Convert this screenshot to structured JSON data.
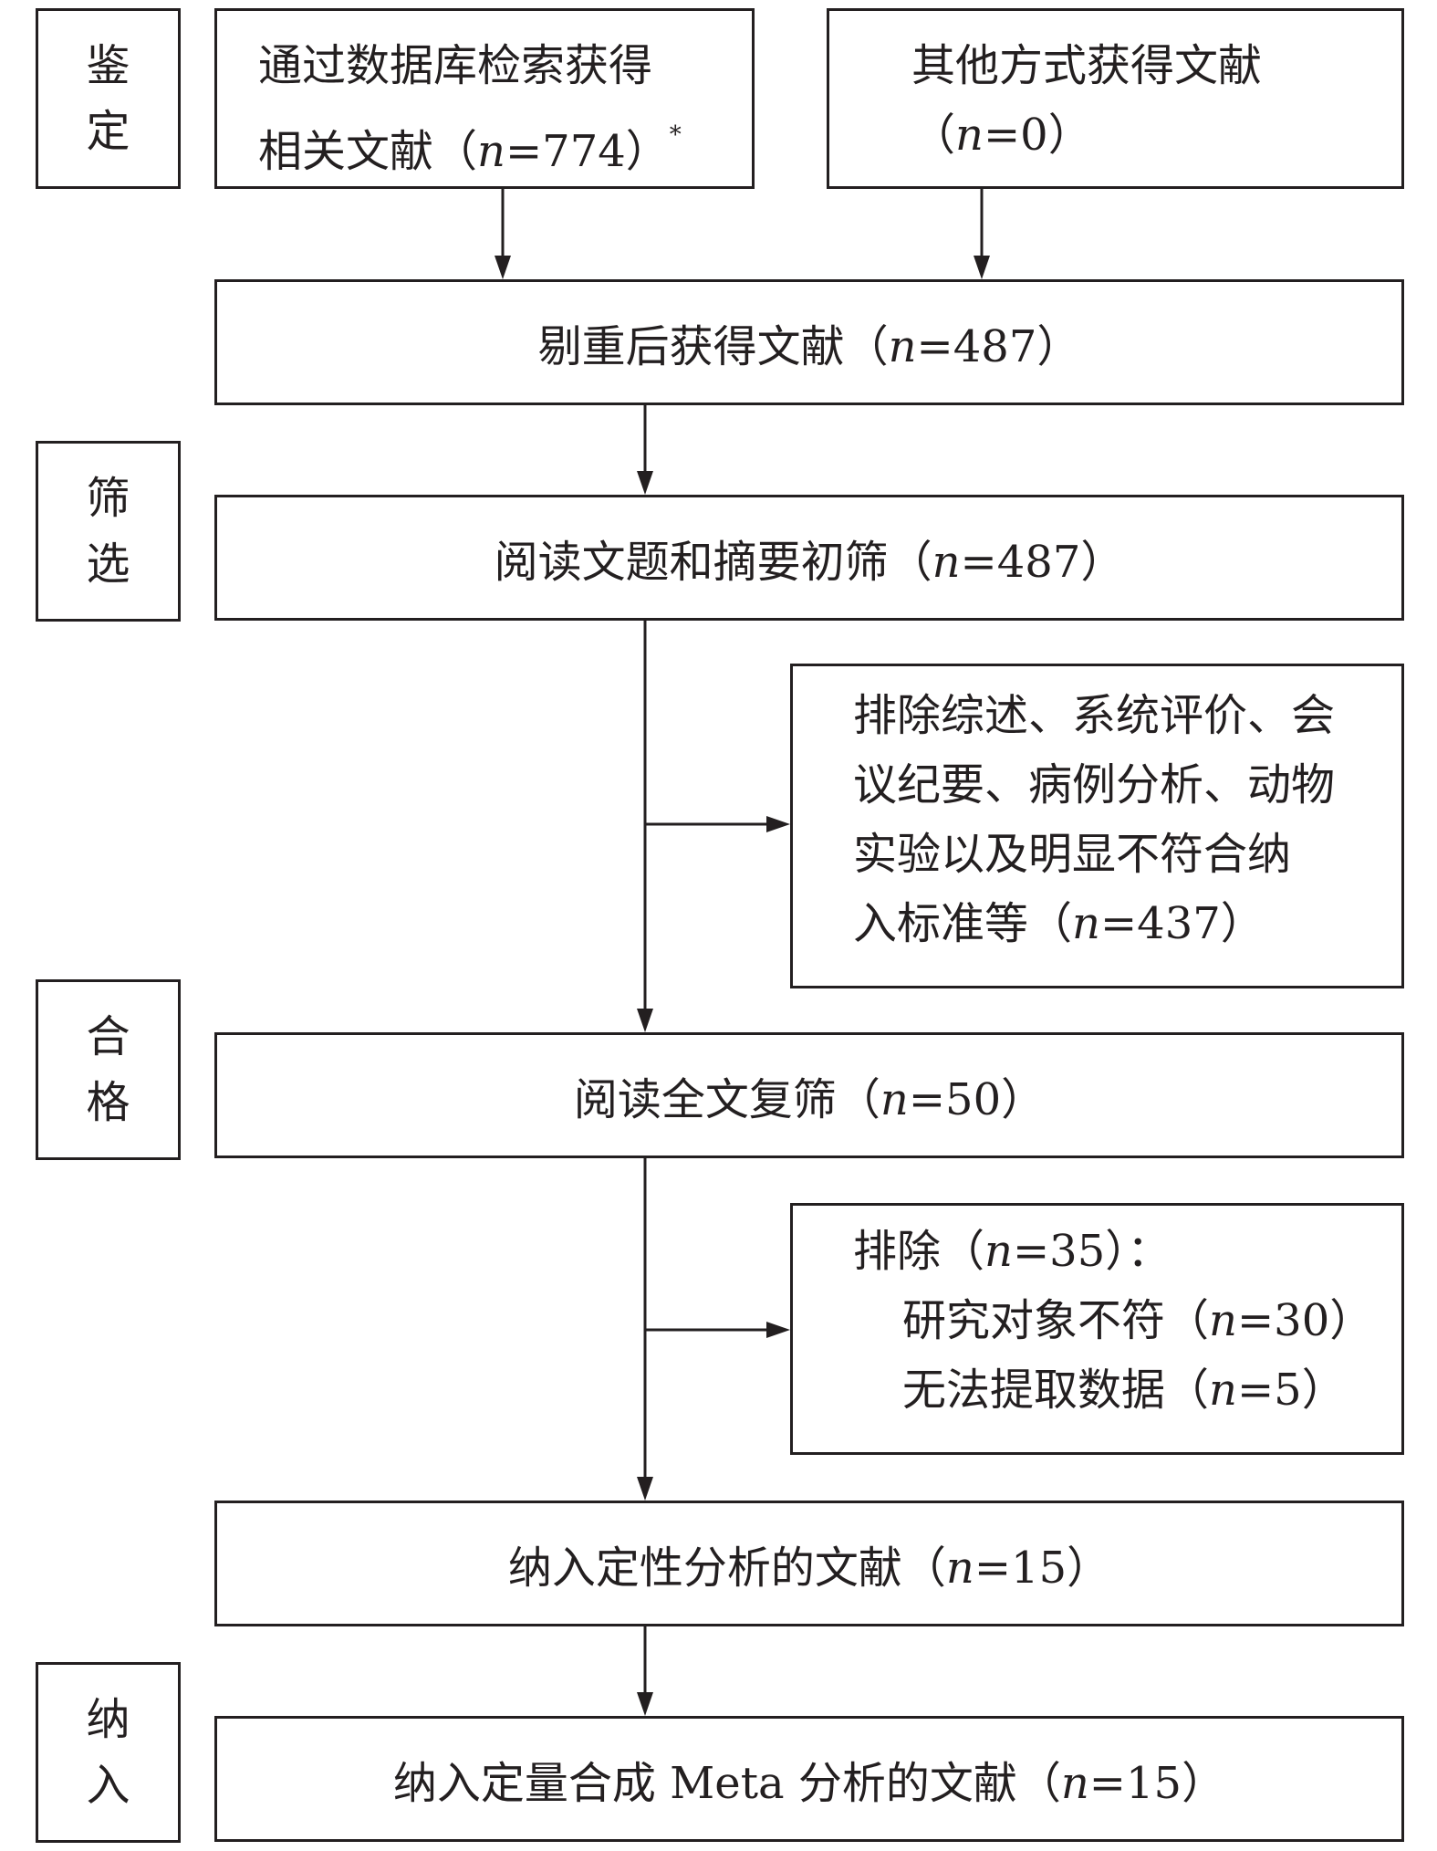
{
  "stages": {
    "identification": [
      "鉴",
      "定"
    ],
    "screening": [
      "筛",
      "选"
    ],
    "eligibility": [
      "合",
      "格"
    ],
    "included": [
      "纳",
      "入"
    ]
  },
  "n_label": "n",
  "boxes": {
    "database": {
      "line1": "通过数据库检索获得",
      "line2_pre": "相关文献（",
      "line2_value": "=774）",
      "asterisk": "*"
    },
    "other": {
      "line1": "其他方式获得文献",
      "line2_pre": "（",
      "line2_value": "=0）"
    },
    "dedup": {
      "pre": "剔重后获得文献（",
      "value": "=487）"
    },
    "screen": {
      "pre": "阅读文题和摘要初筛（",
      "value": "=487）"
    },
    "exclude1": {
      "lines": [
        "排除综述、系统评价、会",
        "议纪要、病例分析、动物",
        "实验以及明显不符合纳"
      ],
      "last_pre": "入标准等（",
      "last_value": "=437）"
    },
    "fulltext": {
      "pre": "阅读全文复筛（",
      "value": "=50）"
    },
    "exclude2": {
      "title_pre": "排除（",
      "title_value": "=35）：",
      "reasons": [
        {
          "pre": "研究对象不符（",
          "value": "=30）"
        },
        {
          "pre": "无法提取数据（",
          "value": "=5）"
        }
      ]
    },
    "qualitative": {
      "pre": "纳入定性分析的文献（",
      "value": "=15）"
    },
    "quantitative": {
      "pre": "纳入定量合成 Meta 分析的文献（",
      "value": "=15）"
    }
  },
  "colors": {
    "line": "#231f20",
    "background": "#ffffff"
  }
}
